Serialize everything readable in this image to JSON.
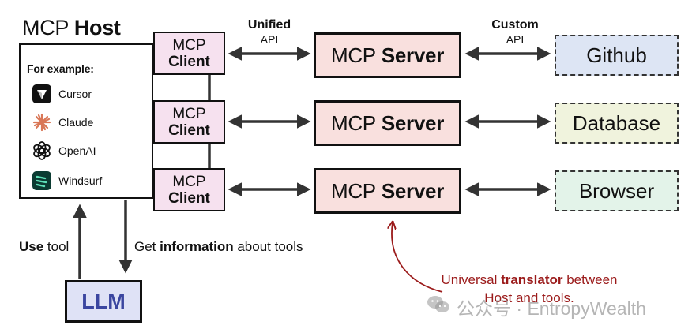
{
  "host": {
    "title_light": "MCP",
    "title_bold": "Host",
    "examples_label": "For example:",
    "examples": [
      {
        "label": "Cursor",
        "icon": "cursor-icon"
      },
      {
        "label": "Claude",
        "icon": "claude-icon"
      },
      {
        "label": "OpenAI",
        "icon": "openai-icon"
      },
      {
        "label": "Windsurf",
        "icon": "windsurf-icon"
      }
    ]
  },
  "clients": [
    {
      "line1": "MCP",
      "line2": "Client"
    },
    {
      "line1": "MCP",
      "line2": "Client"
    },
    {
      "line1": "MCP",
      "line2": "Client"
    }
  ],
  "servers": [
    {
      "light": "MCP",
      "bold": "Server"
    },
    {
      "light": "MCP",
      "bold": "Server"
    },
    {
      "light": "MCP",
      "bold": "Server"
    }
  ],
  "tools": [
    {
      "label": "Github",
      "fill": "#dde5f4"
    },
    {
      "label": "Database",
      "fill": "#f0f3dd"
    },
    {
      "label": "Browser",
      "fill": "#e3f3e9"
    }
  ],
  "api_labels": {
    "unified_bold": "Unified",
    "unified_sub": "API",
    "custom_bold": "Custom",
    "custom_sub": "API"
  },
  "llm": {
    "label": "LLM"
  },
  "flows": {
    "use_bold": "Use",
    "use_rest": " tool",
    "get_pre": "Get ",
    "get_bold": "information",
    "get_post": " about tools"
  },
  "translator": {
    "pre": "Universal ",
    "bold": "translator",
    "post": " between",
    "line2": "Host and tools."
  },
  "watermark": {
    "text": "公众号 · EntropyWealth",
    "icon": "wechat-icon"
  },
  "colors": {
    "client_fill": "#f6e1ef",
    "server_fill": "#f9e0de",
    "llm_fill": "#dfe2f6",
    "llm_text": "#3b46a0",
    "translator_text": "#9b1b1b",
    "arrow": "#333333"
  }
}
